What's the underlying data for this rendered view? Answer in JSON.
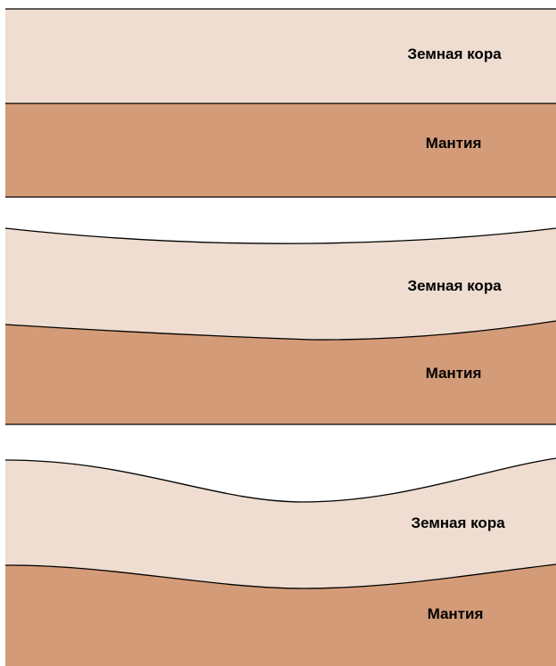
{
  "colors": {
    "crust": "#EEDDD0",
    "mantle": "#D49B78",
    "line": "#000000",
    "background": "#FFFFFF"
  },
  "panels": [
    {
      "crust_label": "Земная кора",
      "mantle_label": "Мантия"
    },
    {
      "crust_label": "Земная кора",
      "mantle_label": "Мантия"
    },
    {
      "crust_label": "Земная кора",
      "mantle_label": "Мантия"
    }
  ]
}
